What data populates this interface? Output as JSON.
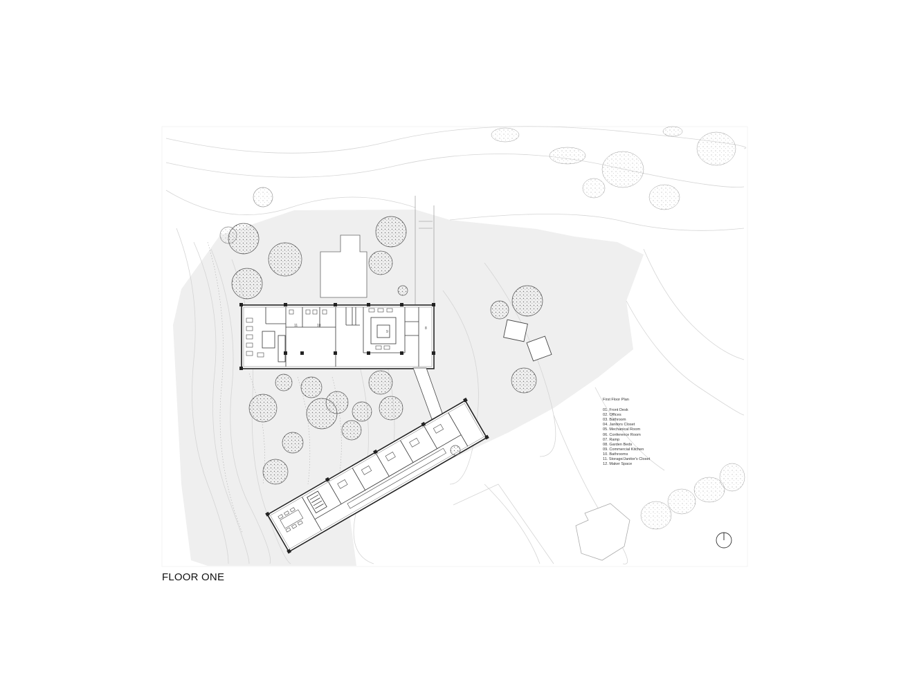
{
  "floor_title": "FLOOR ONE",
  "legend": {
    "title": "First Floor Plan",
    "items": [
      "01. Front Desk",
      "02. Offices",
      "03. Bathroom",
      "04. Janitors Closet",
      "05. Mechanical Room",
      "06. Conference Room",
      "07. Ramp",
      "08. Garden Beds",
      "09. Commercial Kitchen",
      "10. Bathrooms",
      "11. Storage/Janitor's Closet",
      "12. Maker Space"
    ]
  },
  "room_labels": {
    "storage": "11",
    "bathrooms": "10",
    "kitchen": "9",
    "garden": "8"
  },
  "colors": {
    "site_fill": "#efefef",
    "line": "#333333",
    "contour": "#d0d0d0",
    "tree": "#555555"
  },
  "icons": {
    "north_arrow": "north-arrow-icon"
  }
}
